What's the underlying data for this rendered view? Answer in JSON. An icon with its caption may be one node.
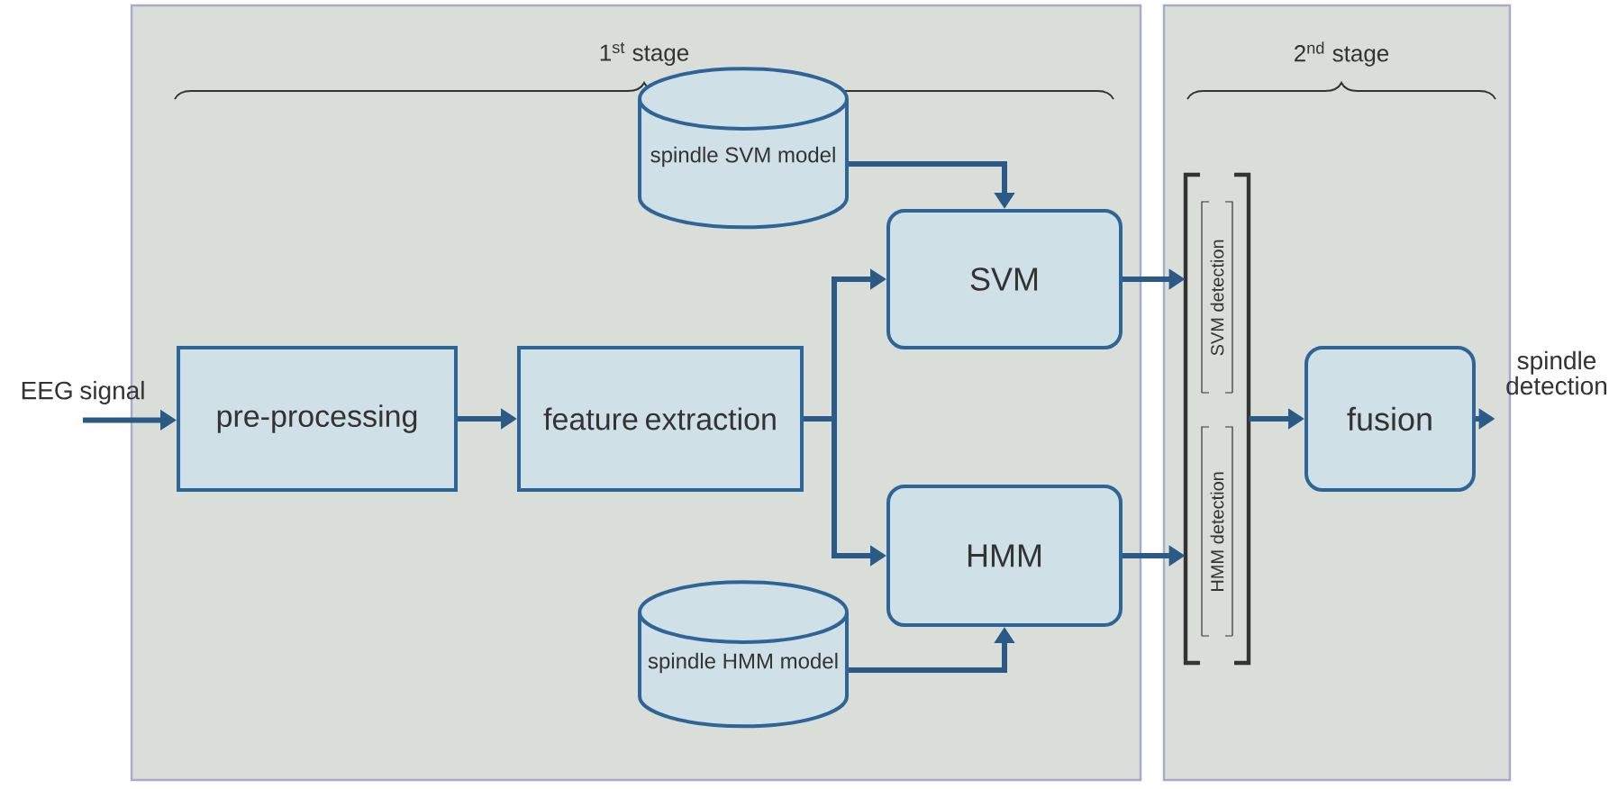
{
  "diagram": {
    "nodes": [
      {
        "text": [
          "1$^{st}$ stage"
        ]
      },
      {
        "text": [
          "2$^{nd}$ stage"
        ]
      },
      {
        "text": [
          "EEG signal"
        ]
      },
      {
        "text": [
          "pre-processing"
        ],
        "in": 0
      },
      {
        "text": [
          "feature extraction"
        ],
        "in": 0
      },
      {
        "text": [
          "spindle SVM model"
        ],
        "in": 0
      },
      {
        "text": [
          "SVM"
        ],
        "in": 0
      },
      {
        "text": [
          "HMM"
        ],
        "in": 0
      },
      {
        "text": [
          "spindle HMM model"
        ],
        "in": 0
      },
      {
        "text": [
          "SVM detection",
          "HMM detection"
        ],
        "in": 1
      },
      {
        "text": [
          "fusion"
        ],
        "in": 1
      },
      {
        "text": [
          "spindle detection"
        ]
      }
    ],
    "edges": [
      {
        "from": 2,
        "to": 3,
        "arrow": "to"
      },
      {
        "from": 3,
        "to": 4,
        "arrow": "to"
      },
      {
        "from": 4,
        "to": 6,
        "arrow": "to"
      },
      {
        "from": 4,
        "to": 7,
        "arrow": "to"
      },
      {
        "from": 5,
        "to": 6,
        "arrow": "to"
      },
      {
        "from": 8,
        "to": 7,
        "arrow": "to"
      },
      {
        "from": 6,
        "to": 9,
        "arrow": "to"
      },
      {
        "from": 7,
        "to": 9,
        "arrow": "to"
      },
      {
        "from": 9,
        "to": 10,
        "arrow": "to"
      },
      {
        "from": 10,
        "to": 11,
        "arrow": "to"
      }
    ]
  }
}
